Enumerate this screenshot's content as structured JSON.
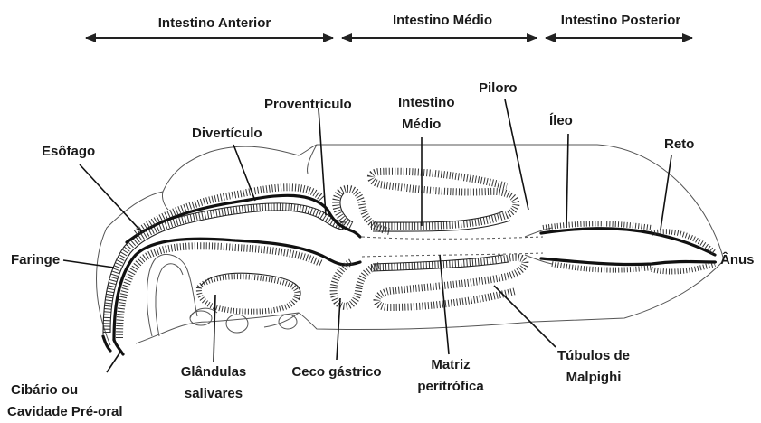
{
  "headers": {
    "foregut": "Intestino Anterior",
    "midgut": "Intestino Médio",
    "hindgut": "Intestino Posterior"
  },
  "labels": {
    "esofago": "Esôfago",
    "diverticulo": "Divertículo",
    "proventriculo": "Proventrículo",
    "intestino_medio_1": "Intestino",
    "intestino_medio_2": "Médio",
    "piloro": "Piloro",
    "ileo": "Íleo",
    "reto": "Reto",
    "faringe": "Faringe",
    "anus": "Ânus",
    "cibario_1": "Cibário ou",
    "cibario_2": "Cavidade Pré-oral",
    "glandulas_1": "Glândulas",
    "glandulas_2": "salivares",
    "ceco": "Ceco gástrico",
    "matriz_1": "Matriz",
    "matriz_2": "peritrófica",
    "tubulos_1": "Túbulos de",
    "tubulos_2": "Malpighi"
  },
  "colors": {
    "line": "#111111",
    "text": "#1a1a1a",
    "background": "#ffffff"
  }
}
